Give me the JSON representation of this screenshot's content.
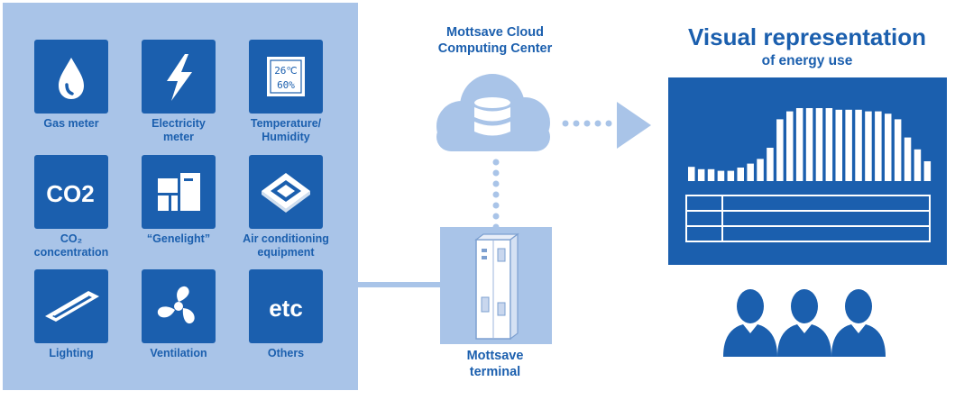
{
  "devices": [
    {
      "label": "Gas meter",
      "icon": "gas-drop-icon"
    },
    {
      "label": "Electricity meter",
      "icon": "lightning-bolt-icon"
    },
    {
      "label": "Temperature/ Humidity",
      "icon": "thermo-hygrometer-icon",
      "display": {
        "temperature": "26℃",
        "humidity": "60%"
      }
    },
    {
      "label": "CO₂ concentration",
      "icon": "co2-icon",
      "symbol": "CO2"
    },
    {
      "label": "“Genelight”",
      "icon": "genelight-unit-icon"
    },
    {
      "label": "Air conditioning equipment",
      "icon": "ceiling-air-conditioner-icon"
    },
    {
      "label": "Lighting",
      "icon": "light-fixture-icon"
    },
    {
      "label": "Ventilation",
      "icon": "fan-icon"
    },
    {
      "label": "Others",
      "icon": "etc-icon",
      "symbol": "etc"
    }
  ],
  "cloud": {
    "title": "Mottsave Cloud Computing Center",
    "icon": "cloud-database-icon"
  },
  "terminal": {
    "label": "Mottsave terminal",
    "icon": "terminal-device-icon"
  },
  "visual": {
    "title": "Visual representation",
    "subtitle": "of energy use",
    "bar_levels": [
      0.18,
      0.15,
      0.15,
      0.13,
      0.13,
      0.17,
      0.22,
      0.28,
      0.42,
      0.78,
      0.88,
      0.92,
      0.92,
      0.92,
      0.92,
      0.9,
      0.9,
      0.9,
      0.88,
      0.88,
      0.85,
      0.78,
      0.55,
      0.4,
      0.25
    ],
    "table_rows": 3
  },
  "colors": {
    "primary": "#1b5fae",
    "light": "#a9c4e8",
    "white": "#ffffff"
  }
}
